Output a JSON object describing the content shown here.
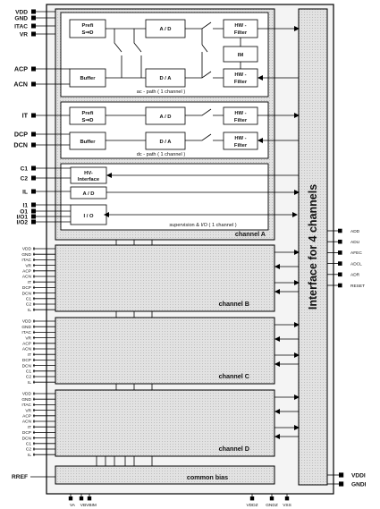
{
  "left_pins": [
    "VDD",
    "GND",
    "ITAC",
    "VR",
    "ACP",
    "ACN",
    "IT",
    "DCP",
    "DCN",
    "C1",
    "C2",
    "IL",
    "I1",
    "O1",
    "I/O1",
    "I/O2"
  ],
  "ac_path": {
    "block_prefi_1": "Prefi",
    "block_prefi_2": "S⇒D",
    "block_ad": "A / D",
    "block_buffer": "Buffer",
    "block_da": "D / A",
    "block_hw1_1": "HW -",
    "block_hw1_2": "Filter",
    "block_im": "IM",
    "block_hw2_1": "HW -",
    "block_hw2_2": "Filter",
    "caption": "ac - path ( 1 channel )"
  },
  "dc_path": {
    "block_prefi_1": "Prefi",
    "block_prefi_2": "S⇒D",
    "block_ad": "A / D",
    "block_buffer": "Buffer",
    "block_da": "D / A",
    "block_hw1_1": "HW -",
    "block_hw1_2": "Filter",
    "block_hw2_1": "HW -",
    "block_hw2_2": "Filter",
    "caption": "dc - path ( 1 channel )"
  },
  "supervision": {
    "block_hv_1": "HV-",
    "block_hv_2": "Interface",
    "block_ad": "A / D",
    "block_io": "I / O",
    "caption": "supervision & I/O  ( 1 channel )"
  },
  "channel_labels": [
    "channel A",
    "channel B",
    "channel C",
    "channel D"
  ],
  "channel_pins": [
    "VDD",
    "GND",
    "ITAC",
    "VR",
    "ACP",
    "ACN",
    "IT",
    "DCP",
    "DCN",
    "C1",
    "C2",
    "IL"
  ],
  "common_bias": {
    "label": "common bias",
    "pin": "RREF"
  },
  "interface_label": "Interface for 4 channels",
  "right_pins": [
    "ADD",
    "ADU",
    "AFEC",
    "ADCL",
    "ADR",
    "RESET"
  ],
  "right_power": [
    "VDDI",
    "GNDI"
  ],
  "bottom_left_pins": [
    "VA",
    "VB",
    "VBIM"
  ],
  "bottom_right_pins": [
    "VDDZ",
    "GNDZ",
    "VSS"
  ]
}
